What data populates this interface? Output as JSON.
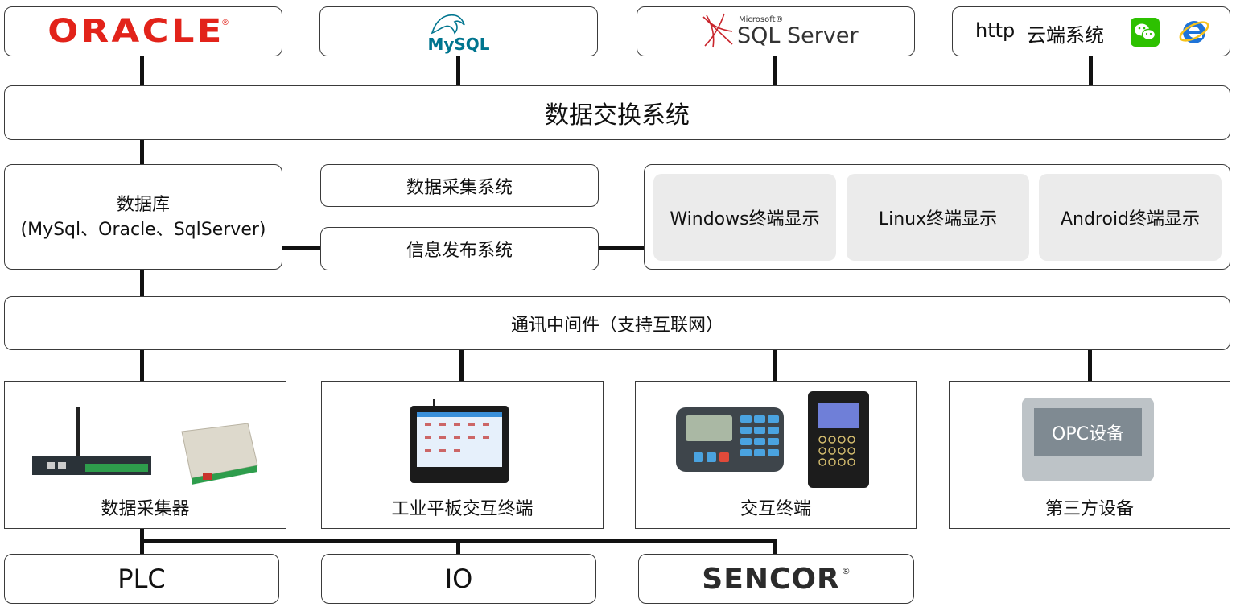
{
  "top_sources": {
    "oracle_logo": "ORACLE",
    "oracle_reg": "®",
    "mysql_logo": "MySQL",
    "sqlserver_small": "Microsoft®",
    "sqlserver_logo": "SQL Server",
    "http_label": "http",
    "cloud_label": "云端系统",
    "brand_colors": {
      "oracle": "#e2231a",
      "mysql_blue": "#00758f",
      "mysql_orange": "#f29111",
      "wechat": "#2dc100",
      "ie": "#1e73d8"
    }
  },
  "exchange": {
    "title": "数据交换系统"
  },
  "database": {
    "title": "数据库",
    "subtitle": "(MySql、Oracle、SqlServer)"
  },
  "systems": {
    "collection": "数据采集系统",
    "publishing": "信息发布系统"
  },
  "terminals": [
    {
      "label": "Windows终端显示"
    },
    {
      "label": "Linux终端显示"
    },
    {
      "label": "Android终端显示"
    }
  ],
  "middleware": {
    "title": "通讯中间件（支持互联网）"
  },
  "devices": {
    "collector": "数据采集器",
    "tablet": "工业平板交互终端",
    "interactive": "交互终端",
    "third_party": "第三方设备",
    "opc_label": "OPC设备"
  },
  "bottom": {
    "plc": "PLC",
    "io": "IO",
    "sencor": "SENCOR",
    "sencor_reg": "®"
  }
}
